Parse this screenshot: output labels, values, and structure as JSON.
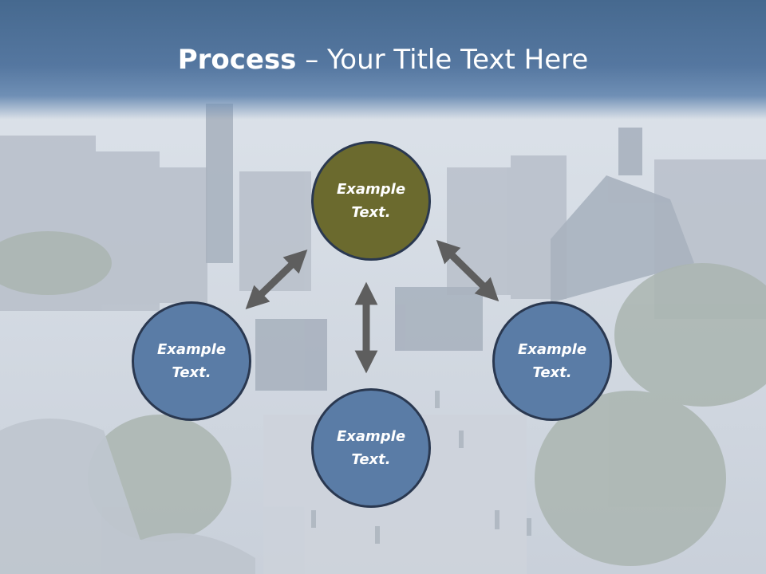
{
  "title": {
    "bold": "Process",
    "rest": " – Your Title Text Here"
  },
  "nodes": [
    {
      "id": "top",
      "text": "Example\nText.",
      "color": "#6b6a2e"
    },
    {
      "id": "left",
      "text": "Example\nText.",
      "color": "#5a7ca6"
    },
    {
      "id": "bottom",
      "text": "Example\nText.",
      "color": "#5a7ca6"
    },
    {
      "id": "right",
      "text": "Example\nText.",
      "color": "#5a7ca6"
    }
  ],
  "colors": {
    "arrow": "#5e5e5e",
    "header": "#4f729a",
    "node_border": "#2a3850"
  }
}
